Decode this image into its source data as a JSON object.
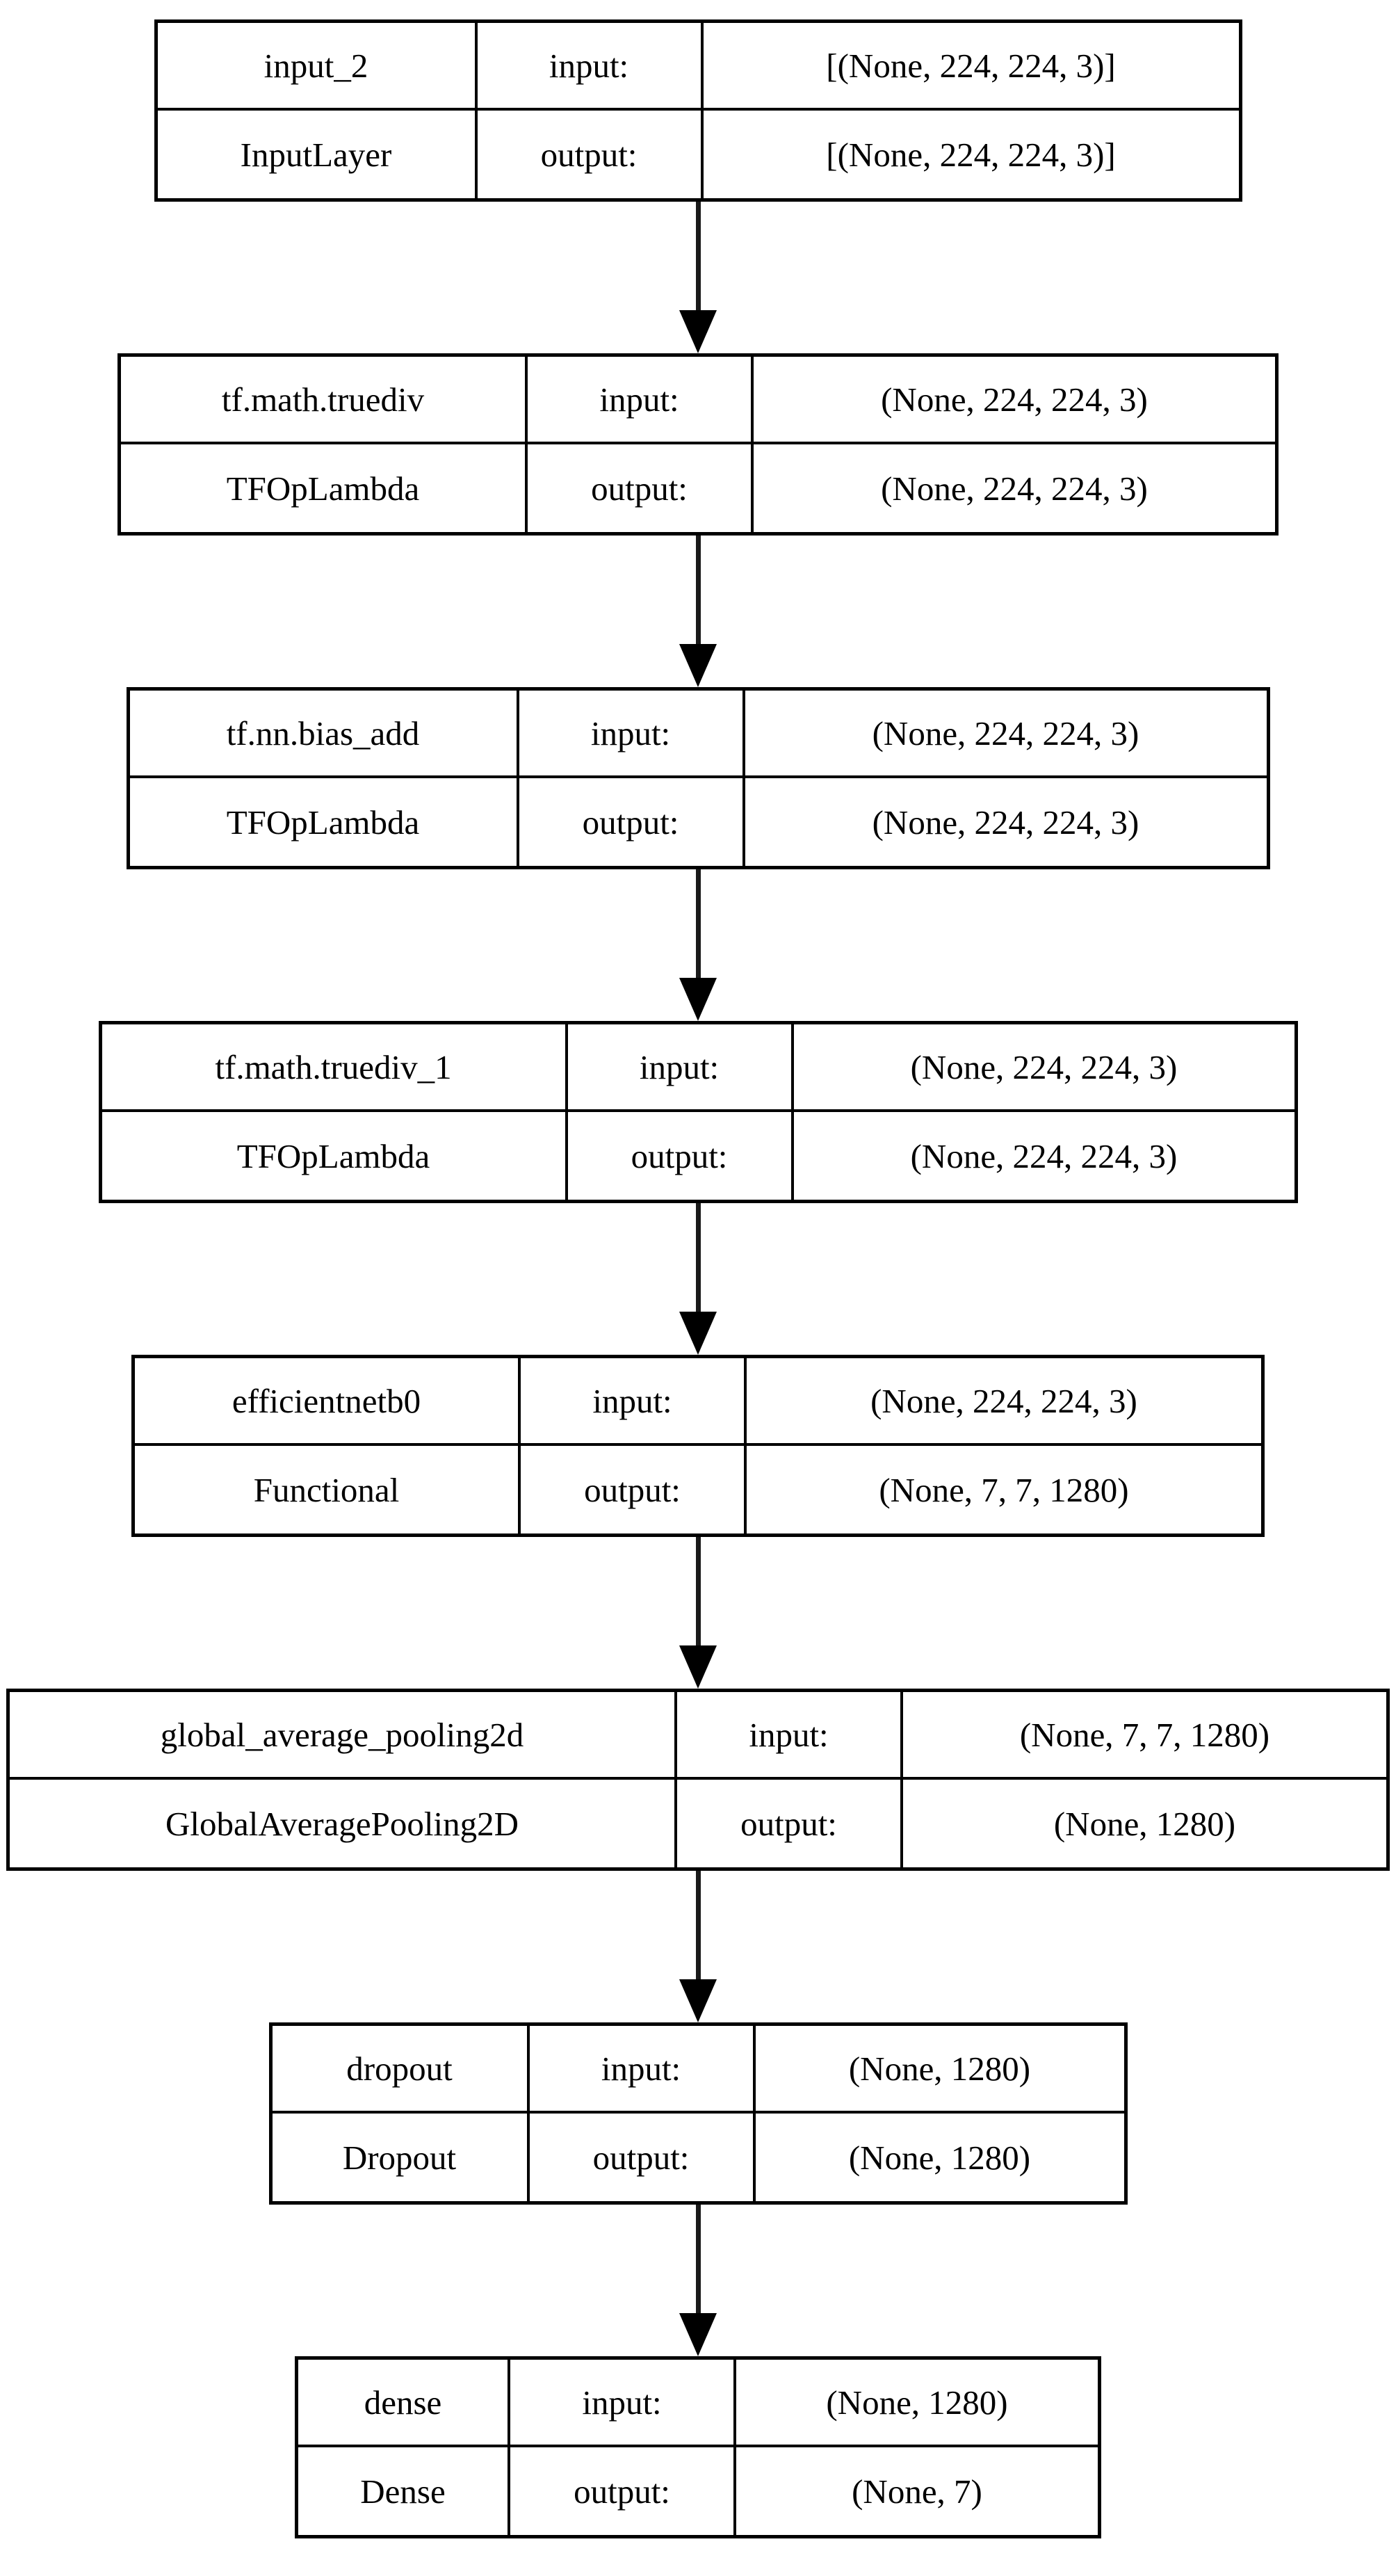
{
  "diagram_type": "keras-model-architecture",
  "labels": {
    "input": "input:",
    "output": "output:"
  },
  "colors": {
    "background": "#ffffff",
    "border": "#000000",
    "text": "#000000",
    "edge": "#1a1a1a"
  },
  "layers": [
    {
      "name": "input_2",
      "type": "InputLayer",
      "input_shape": "[(None, 224, 224, 3)]",
      "output_shape": "[(None, 224, 224, 3)]"
    },
    {
      "name": "tf.math.truediv",
      "type": "TFOpLambda",
      "input_shape": "(None, 224, 224, 3)",
      "output_shape": "(None, 224, 224, 3)"
    },
    {
      "name": "tf.nn.bias_add",
      "type": "TFOpLambda",
      "input_shape": "(None, 224, 224, 3)",
      "output_shape": "(None, 224, 224, 3)"
    },
    {
      "name": "tf.math.truediv_1",
      "type": "TFOpLambda",
      "input_shape": "(None, 224, 224, 3)",
      "output_shape": "(None, 224, 224, 3)"
    },
    {
      "name": "efficientnetb0",
      "type": "Functional",
      "input_shape": "(None, 224, 224, 3)",
      "output_shape": "(None, 7, 7, 1280)"
    },
    {
      "name": "global_average_pooling2d",
      "type": "GlobalAveragePooling2D",
      "input_shape": "(None, 7, 7, 1280)",
      "output_shape": "(None, 1280)"
    },
    {
      "name": "dropout",
      "type": "Dropout",
      "input_shape": "(None, 1280)",
      "output_shape": "(None, 1280)"
    },
    {
      "name": "dense",
      "type": "Dense",
      "input_shape": "(None, 1280)",
      "output_shape": "(None, 7)"
    }
  ]
}
